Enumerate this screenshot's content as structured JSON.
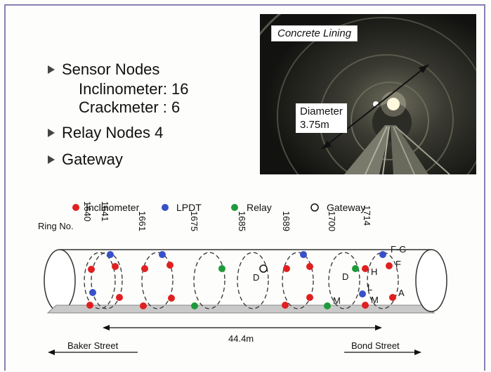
{
  "bullets": {
    "sensor_nodes": "Sensor Nodes",
    "inclinometer": "Inclinometer: 16",
    "crackmeter": "Crackmeter : 6",
    "relay_nodes": "Relay Nodes 4",
    "gateway": "Gateway"
  },
  "photo": {
    "caption": "Concrete Lining",
    "diameter_line1": "Diameter",
    "diameter_line2": "3.75m"
  },
  "legend": {
    "inclinometer": "Inclinometer",
    "lpdt": "LPDT",
    "relay": "Relay",
    "gateway": "Gateway",
    "colors": {
      "inclinometer": "#e02020",
      "lpdt": "#3850c8",
      "relay": "#1f9a3a",
      "gateway": "#ffffff"
    }
  },
  "ring_no_label": "Ring No.",
  "rings": [
    "1640",
    "1641",
    "1661",
    "1675",
    "1685",
    "1689",
    "1700",
    "1714"
  ],
  "node_labels": [
    "F-G",
    "F",
    "H",
    "D",
    "L",
    "M",
    "A",
    "D",
    "M"
  ],
  "distance": "44.4m",
  "baker_street": "Baker Street",
  "bond_street": "Bond Street"
}
